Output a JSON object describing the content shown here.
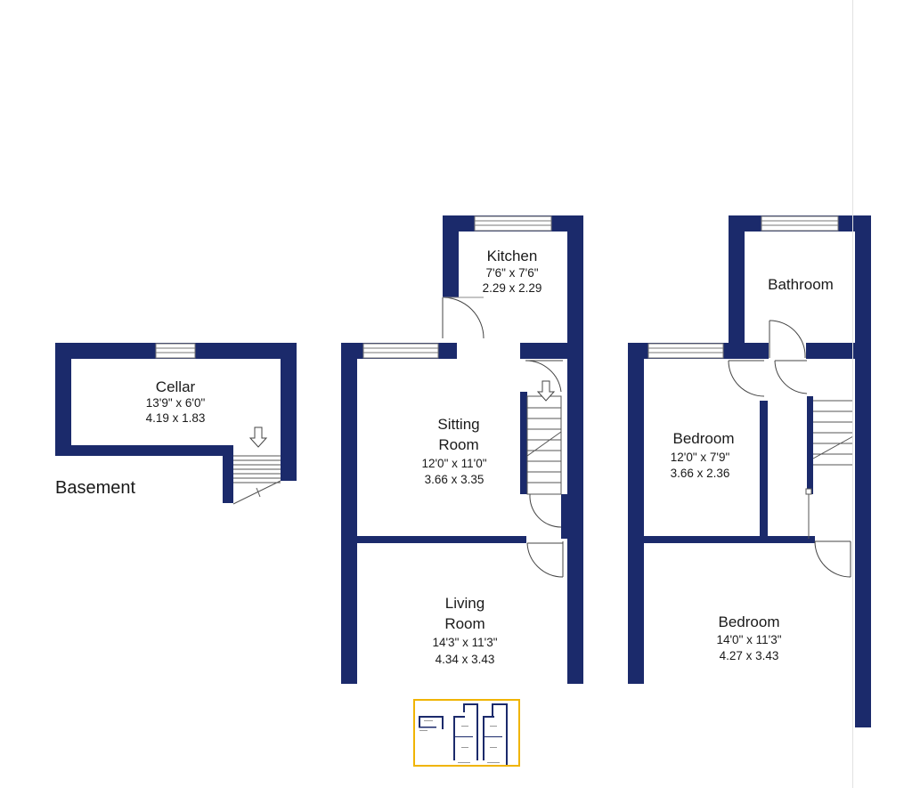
{
  "floor_labels": {
    "basement": "Basement"
  },
  "rooms": {
    "cellar": {
      "name": "Cellar",
      "imperial": "13'9\"  x  6'0\"",
      "metric": "4.19  x  1.83"
    },
    "kitchen": {
      "name": "Kitchen",
      "imperial": "7'6\"  x  7'6\"",
      "metric": "2.29  x  2.29"
    },
    "sitting": {
      "name_line1": "Sitting",
      "name_line2": "Room",
      "imperial": "12'0\"  x  11'0\"",
      "metric": "3.66  x  3.35"
    },
    "living": {
      "name_line1": "Living",
      "name_line2": "Room",
      "imperial": "14'3\"  x  11'3\"",
      "metric": "4.34  x  3.43"
    },
    "bathroom": {
      "name": "Bathroom"
    },
    "bedroom_small": {
      "name": "Bedroom",
      "imperial": "12'0\"  x  7'9\"",
      "metric": "3.66  x  2.36"
    },
    "bedroom_large": {
      "name": "Bedroom",
      "imperial": "14'0\"  x  11'3\"",
      "metric": "4.27  x  3.43"
    }
  },
  "colors": {
    "wall": "#1b2a6b",
    "window": "#ffffff",
    "line": "#333333",
    "thumbnail_border": "#f0b400"
  }
}
